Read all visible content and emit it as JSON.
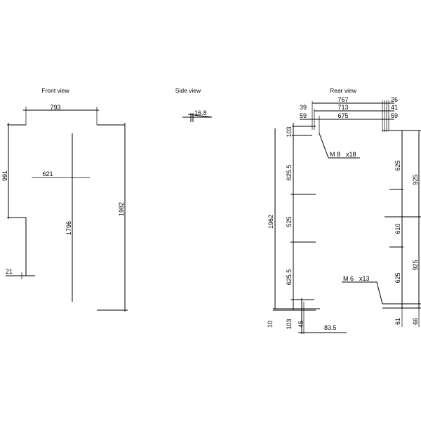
{
  "views": {
    "front": "Front view",
    "side": "Side view",
    "rear": "Rear view"
  },
  "front_view": {
    "width": "793",
    "top_left_height": "991",
    "inner_width": "621",
    "inner_height": "1796",
    "total_height": "1982",
    "bottom_offset": "21"
  },
  "side_view": {
    "thickness": "16.8"
  },
  "rear_view": {
    "top_widths": [
      "767",
      "713",
      "675"
    ],
    "top_left_offsets": [
      "39",
      "59"
    ],
    "top_right_offsets": [
      "26",
      "41",
      "59"
    ],
    "left_top_offset": "103",
    "left_spacings": [
      "625.5",
      "525",
      "625.5"
    ],
    "left_total": "1962",
    "bottom_left_offsets": [
      "10",
      "103",
      "45"
    ],
    "bottom_width": "83.5",
    "right_spacings": [
      "625",
      "610",
      "625"
    ],
    "right_groups": [
      "925",
      "925"
    ],
    "bottom_right_offsets": [
      "61",
      "66"
    ],
    "thread_top": {
      "size": "M 8",
      "qty": "x18"
    },
    "thread_bottom": {
      "size": "M 6",
      "qty": "x13"
    }
  }
}
